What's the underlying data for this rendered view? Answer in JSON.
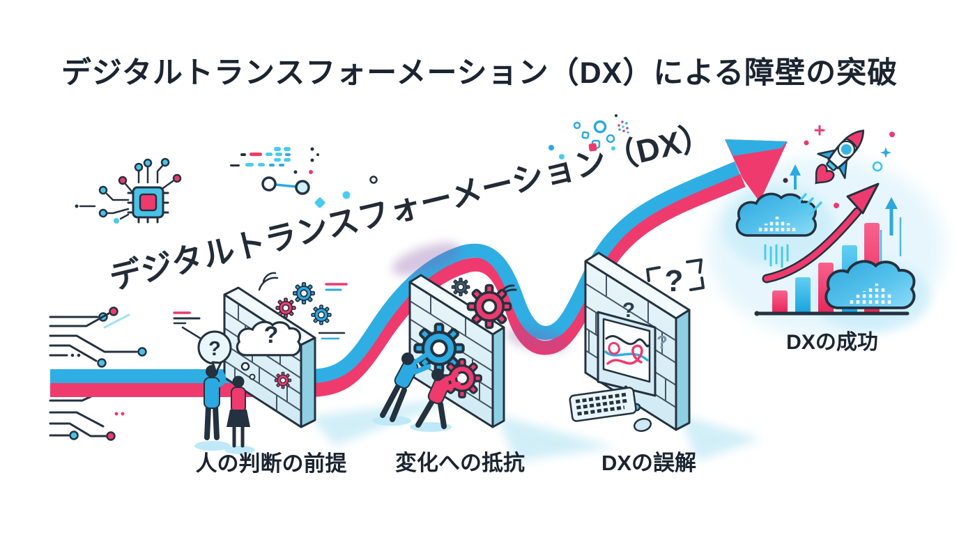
{
  "title": "デジタルトランスフォーメーション（DX）による障壁の突破",
  "flow_arrow": {
    "label": "デジタルトランスフォーメーション（DX）"
  },
  "barriers": [
    {
      "label": "人の判断の前提"
    },
    {
      "label": "変化への抵抗"
    },
    {
      "label": "DXの誤解"
    }
  ],
  "success": {
    "label": "DXの成功"
  },
  "glyphs": {
    "question_mark": "?"
  },
  "colors": {
    "blue": "#2BA9E0",
    "cyan": "#49CBEF",
    "pink": "#EE3A6D",
    "ink": "#24313F",
    "wall_face": "#E3F2F8",
    "wall_side": "#8FCFE3"
  }
}
